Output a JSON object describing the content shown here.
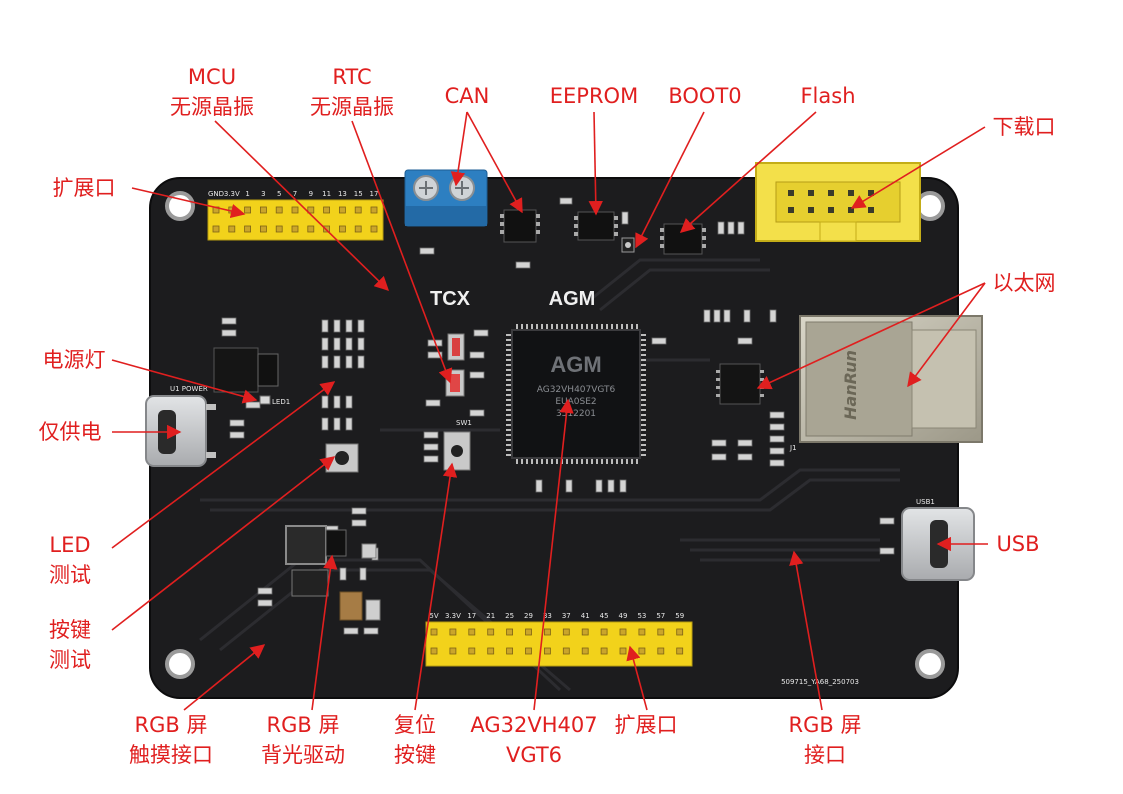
{
  "board": {
    "silk": {
      "tcx": "TCX",
      "agm": "AGM",
      "power": "U1 POWER",
      "led": "LED1",
      "sw": "SW1",
      "usb_ref": "USB1",
      "j1": "J1",
      "serial": "509715_YA68_250703"
    },
    "chip": {
      "logo": "AGM",
      "part": "AG32VH407VGT6",
      "line2": "EUA0SE2",
      "line3": "3512201"
    },
    "rj45_brand": "HanRun",
    "top_header_labels": [
      "GND",
      "3.3V",
      "1",
      "3",
      "5",
      "7",
      "9",
      "11",
      "13",
      "15",
      "17"
    ],
    "bottom_header_labels": [
      "5V",
      "3.3V",
      "17",
      "21",
      "25",
      "29",
      "33",
      "37",
      "41",
      "45",
      "49",
      "53",
      "57",
      "59"
    ]
  },
  "labels": {
    "mcu_line1": "MCU",
    "mcu_line2": "无源晶振",
    "rtc_line1": "RTC",
    "rtc_line2": "无源晶振",
    "can": "CAN",
    "eeprom": "EEPROM",
    "boot0": "BOOT0",
    "flash": "Flash",
    "download": "下载口",
    "expansion_top": "扩展口",
    "ethernet": "以太网",
    "power_led": "电源灯",
    "power_only": "仅供电",
    "led_test_line1": "LED",
    "led_test_line2": "测试",
    "key_test_line1": "按键",
    "key_test_line2": "测试",
    "usb": "USB",
    "rgb_touch_line1": "RGB 屏",
    "rgb_touch_line2": "触摸接口",
    "rgb_backlight_line1": "RGB 屏",
    "rgb_backlight_line2": "背光驱动",
    "reset_line1": "复位",
    "reset_line2": "按键",
    "chip_line1": "AG32VH407",
    "chip_line2": "VGT6",
    "expansion_bottom": "扩展口",
    "rgb_port_line1": "RGB 屏",
    "rgb_port_line2": "接口"
  },
  "colors": {
    "label": "#e01f1f",
    "pcb": "#1c1c1e",
    "pcb_edge": "#111113",
    "silkscreen": "#e8e8e8",
    "header_yellow": "#f2d21b",
    "pin_gold": "#caa52b",
    "terminal_blue": "#2d7fc1",
    "idc_yellow": "#f3e04a",
    "rj45_metal": "#b9b5a4",
    "usb_metal": "#c7c9cc"
  }
}
